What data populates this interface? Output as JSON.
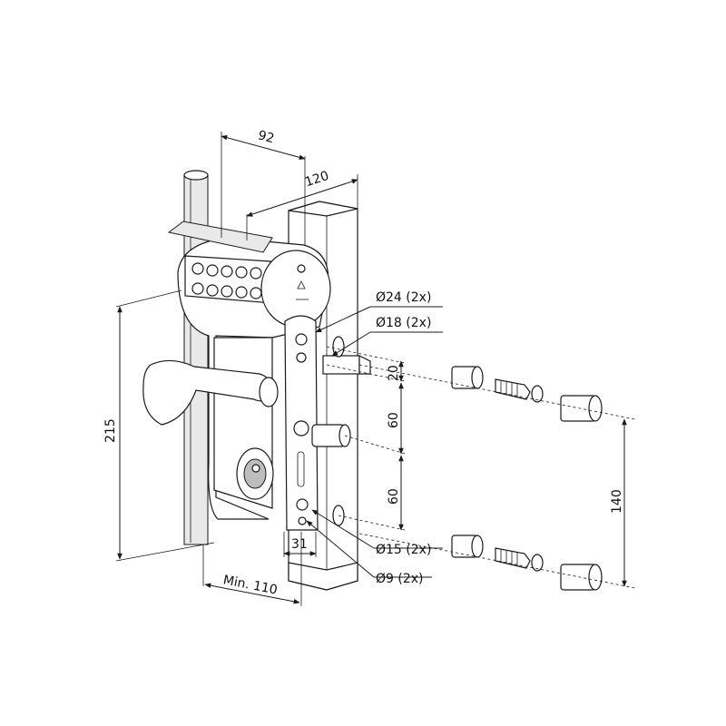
{
  "dimensions": {
    "d92": "92",
    "d120": "120",
    "d215": "215",
    "d20": "20",
    "d60a": "60",
    "d60b": "60",
    "d140": "140",
    "d31": "31",
    "dmin110": "Min. 110",
    "dia24": "Ø24 (2x)",
    "dia18": "Ø18 (2x)",
    "dia15": "Ø15 (2x)",
    "dia9": "Ø9 (2x)"
  }
}
